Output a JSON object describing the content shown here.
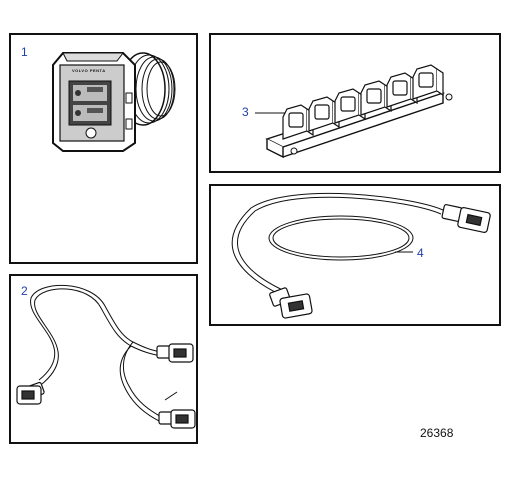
{
  "panels": [
    {
      "id": "panel-1",
      "callout": "1",
      "icon": "control-panel-icon"
    },
    {
      "id": "panel-2",
      "callout": "2",
      "icon": "y-harness-icon"
    },
    {
      "id": "panel-3",
      "callout": "3",
      "icon": "connector-block-icon"
    },
    {
      "id": "panel-4",
      "callout": "4",
      "icon": "extension-cable-icon"
    }
  ],
  "device_label": "VOLVO PENTA",
  "reference_number": "26368",
  "colors": {
    "callout": "#1f3fa8",
    "outline": "#111111"
  }
}
